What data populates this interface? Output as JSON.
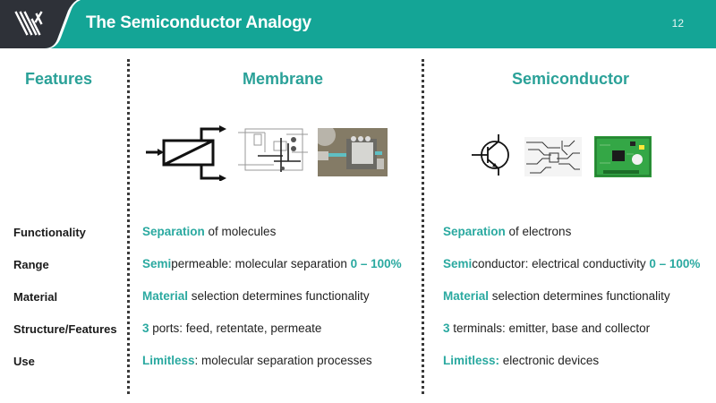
{
  "header": {
    "title": "The Semiconductor Analogy",
    "page_number": "12",
    "colors": {
      "bar": "#14a596",
      "logo_bg": "#2e3138",
      "accent_text": "#2aa198"
    }
  },
  "columns": {
    "features": "Features",
    "membrane": "Membrane",
    "semiconductor": "Semiconductor"
  },
  "images": {
    "membrane": [
      "membrane-module-symbol",
      "process-flow-diagram",
      "membrane-plant-aerial-photo"
    ],
    "semiconductor": [
      "transistor-symbol",
      "circuit-trace-pattern",
      "green-circuit-board-photo"
    ]
  },
  "rows": [
    {
      "label": "Functionality",
      "membrane": {
        "hl": "Separation",
        "rest": " of molecules"
      },
      "semiconductor": {
        "hl": "Separation",
        "rest": " of electrons"
      }
    },
    {
      "label": "Range",
      "membrane": {
        "hl": "Semi",
        "rest": "permeable: molecular separation ",
        "hl2": "0 – 100%"
      },
      "semiconductor": {
        "hl": "Semi",
        "rest": "conductor: electrical conductivity ",
        "hl2": "0 – 100%"
      }
    },
    {
      "label": "Material",
      "membrane": {
        "hl": "Material",
        "rest": " selection determines functionality"
      },
      "semiconductor": {
        "hl": "Material",
        "rest": " selection determines functionality"
      }
    },
    {
      "label": "Structure/Features",
      "membrane": {
        "hl": "3",
        "rest": " ports: feed, retentate, permeate"
      },
      "semiconductor": {
        "hl": "3",
        "rest": " terminals: emitter, base and collector"
      }
    },
    {
      "label": "Use",
      "membrane": {
        "hl": "Limitless",
        "rest": ": molecular separation processes"
      },
      "semiconductor": {
        "hl": "Limitless:",
        "rest": " electronic devices"
      }
    }
  ]
}
